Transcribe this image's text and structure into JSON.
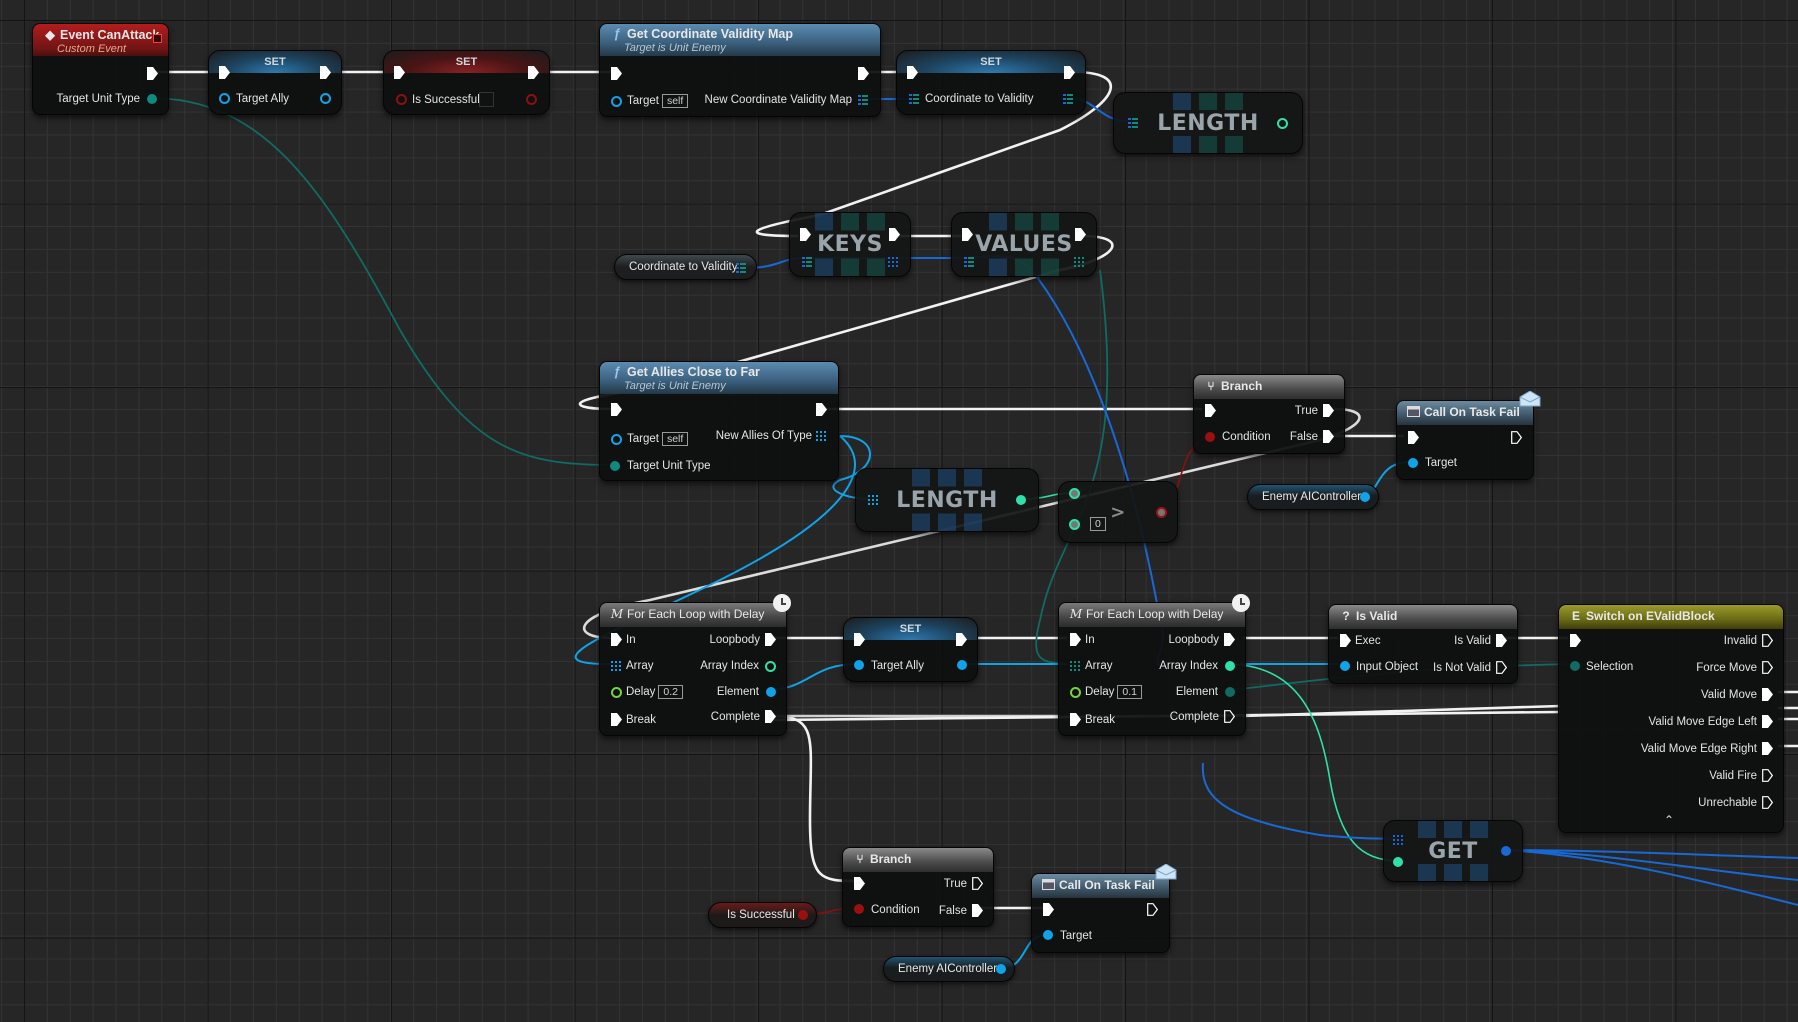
{
  "editor": "Blueprint Event Graph",
  "nodes": {
    "event_can_attack": {
      "title": "Event CanAttack",
      "subtitle": "Custom Event",
      "outputs": [
        "Target Unit Type"
      ]
    },
    "set_target_ally": {
      "title": "SET",
      "pin": "Target Ally"
    },
    "set_is_successful": {
      "title": "SET",
      "pin": "Is Successful"
    },
    "get_coordinate_validity_map": {
      "title": "Get Coordinate Validity Map",
      "subtitle": "Target is Unit Enemy",
      "target_label": "Target",
      "target_value": "self",
      "output": "New Coordinate Validity Map"
    },
    "set_coordinate_to_validity": {
      "title": "SET",
      "pin": "Coordinate to Validity"
    },
    "length_top": {
      "label": "LENGTH"
    },
    "keys": {
      "label": "KEYS"
    },
    "values": {
      "label": "VALUES"
    },
    "var_coordinate_to_validity": {
      "label": "Coordinate to Validity"
    },
    "get_allies_close_to_far": {
      "title": "Get Allies Close to Far",
      "subtitle": "Target is Unit Enemy",
      "target_label": "Target",
      "target_value": "self",
      "output": "New Allies Of Type",
      "input2": "Target Unit Type"
    },
    "length_mid": {
      "label": "LENGTH"
    },
    "greater_than": {
      "operator": ">",
      "value": "0"
    },
    "branch_top": {
      "title": "Branch",
      "condition": "Condition",
      "true": "True",
      "false": "False"
    },
    "call_on_task_fail_top": {
      "title": "Call On Task Fail",
      "target": "Target"
    },
    "var_enemy_ai_controller_top": {
      "label": "Enemy AIController"
    },
    "for_each_loop_1": {
      "title": "For Each Loop with Delay",
      "in": "In",
      "array": "Array",
      "delay": "Delay",
      "delay_value": "0.2",
      "break": "Break",
      "loopbody": "Loopbody",
      "array_index": "Array Index",
      "element": "Element",
      "complete": "Complete"
    },
    "set_target_ally_2": {
      "title": "SET",
      "pin": "Target Ally"
    },
    "for_each_loop_2": {
      "title": "For Each Loop with Delay",
      "in": "In",
      "array": "Array",
      "delay": "Delay",
      "delay_value": "0.1",
      "break": "Break",
      "loopbody": "Loopbody",
      "array_index": "Array Index",
      "element": "Element",
      "complete": "Complete"
    },
    "is_valid": {
      "title": "Is Valid",
      "exec": "Exec",
      "input_object": "Input Object",
      "is_valid": "Is Valid",
      "is_not_valid": "Is Not Valid"
    },
    "switch_on_evalidblock": {
      "title": "Switch on EValidBlock",
      "selection": "Selection",
      "outputs": [
        "Invalid",
        "Force Move",
        "Valid Move",
        "Valid Move Edge Left",
        "Valid Move Edge Right",
        "Valid Fire",
        "Unrechable"
      ]
    },
    "get": {
      "label": "GET"
    },
    "branch_bottom": {
      "title": "Branch",
      "condition": "Condition",
      "true": "True",
      "false": "False"
    },
    "var_is_successful": {
      "label": "Is Successful"
    },
    "call_on_task_fail_bottom": {
      "title": "Call On Task Fail",
      "target": "Target"
    },
    "var_enemy_ai_controller_bottom": {
      "label": "Enemy AIController"
    }
  },
  "colors": {
    "exec": "#ffffff",
    "object": "#0ea5e9",
    "object_dark": "#1769d6",
    "enum_byte": "#0f6b63",
    "int": "#2fe0a9",
    "bool": "#9a1010",
    "float": "#7bd13b",
    "event_header": "#a61b1b",
    "function_header": "#4d7b9e",
    "switch_header": "#8f8f22"
  }
}
